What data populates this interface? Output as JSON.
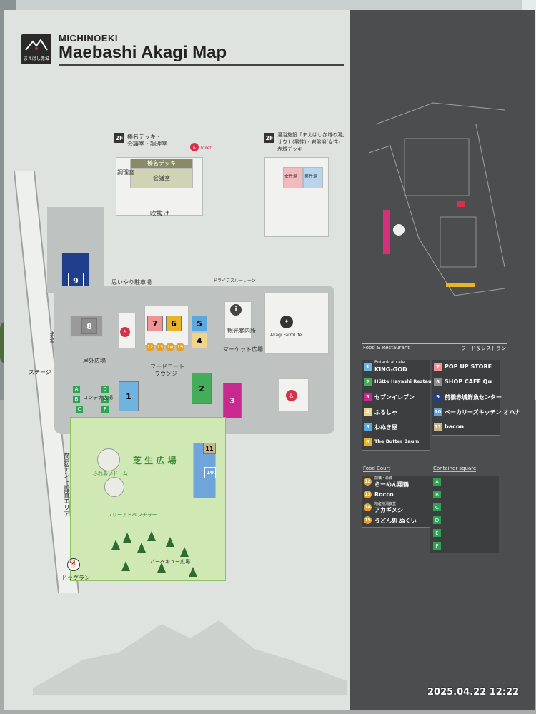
{
  "header": {
    "brand": "MICHINOEKI",
    "title": "Maebashi Akagi Map",
    "logo_text": "まえばし赤城"
  },
  "floors": {
    "left": {
      "badge": "2F",
      "line1": "榛名デッキ・",
      "line2": "会議室・調理室"
    },
    "right": {
      "badge": "2F",
      "line1": "温浴施設「まえばし赤城の湯」",
      "line2": "サウナ(男性)・岩盤浴(女性)",
      "line3": "赤城デッキ"
    }
  },
  "map_labels": {
    "harunadeck": "榛名デッキ",
    "kaigishitsu": "会議室",
    "choridshitsu": "調理室",
    "fukinuke": "吹抜け",
    "akagiyu_f": "女性湯",
    "akagiyu_m": "男性湯",
    "drive_lane": "ドライブスルーレーン",
    "parking_care": "思いやり駐車場",
    "tourist_info": "観光案内所",
    "market": "マーケット広場",
    "foodcourt": "フードコート",
    "lounge": "ラウンジ",
    "west_plaza": "屋外広場",
    "container_plaza": "コンテナ広場",
    "stage": "ステージ",
    "lawn": "芝 生 広 場",
    "fureai": "ふれあいドーム",
    "forest": "フリーアドベンチャー",
    "bbq": "バーベキュー広場",
    "tent": "簡易テント設置エリア",
    "dogrun": "ドッグラン",
    "sidewalk": "歩道",
    "akagi_farm": "Akagi FarmLife",
    "toilet": "Toilet"
  },
  "food_restaurant": {
    "header_en": "Food & Restaurant",
    "header_jp": "フード＆レストラン",
    "items": [
      {
        "n": "1",
        "name": "KING-GOD",
        "sub": "Botanical cafe",
        "color": "#6fb3e0"
      },
      {
        "n": "2",
        "name": "Hütte Hayashi Restaurant",
        "color": "#44ad5a"
      },
      {
        "n": "3",
        "name": "セブンイレブン",
        "color": "#c8298f"
      },
      {
        "n": "4",
        "name": "ふるしゃ",
        "color": "#f1d48c"
      },
      {
        "n": "5",
        "name": "わぬき屋",
        "color": "#5aa9dc"
      },
      {
        "n": "6",
        "name": "The Butter Baum",
        "color": "#e7b32a"
      },
      {
        "n": "7",
        "name": "POP UP STORE",
        "color": "#ef9494"
      },
      {
        "n": "8",
        "name": "SHOP CAFE Qu",
        "color": "#8c8c8c"
      },
      {
        "n": "9",
        "name": "前橋赤城鮮魚センター",
        "color": "#1f3e8c"
      },
      {
        "n": "10",
        "name": "ベーカリーズキッチン オハナ",
        "color": "#5da0dc"
      },
      {
        "n": "11",
        "name": "bacon",
        "color": "#c8b58a"
      }
    ]
  },
  "food_court": {
    "header": "Food Court",
    "items": [
      {
        "n": "12",
        "name": "らーめん翔鶴",
        "sub": "前橋・赤城"
      },
      {
        "n": "13",
        "name": "Rocco"
      },
      {
        "n": "14",
        "name": "アカギメシ",
        "sub": "地産地消食堂"
      },
      {
        "n": "15",
        "name": "うどん処 ぬくい"
      }
    ]
  },
  "container_square": {
    "header": "Container square",
    "items": [
      "A",
      "B",
      "C",
      "D",
      "E",
      "F"
    ]
  },
  "timestamp": "2025.04.22 12:22",
  "colors": {
    "dark_panel": "#4b4d4f",
    "container_green": "#2ea352",
    "food_court_orange": "#e3a12b"
  }
}
